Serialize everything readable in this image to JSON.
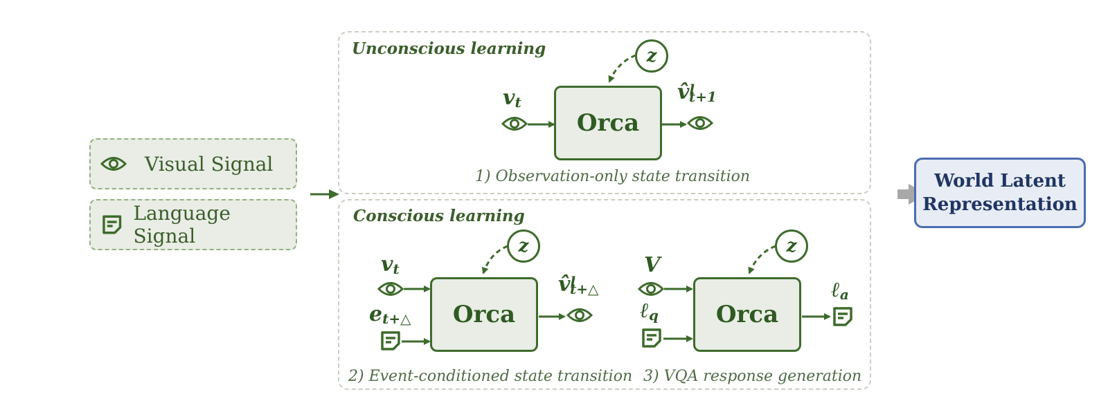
{
  "inputs": {
    "visual_label": "Visual Signal",
    "language_label": "Language Signal"
  },
  "unconscious": {
    "title": "Unconscious learning",
    "caption": "1) Observation-only state transition",
    "block": "Orca",
    "latent": "z",
    "in_var": "v",
    "in_sub": "t",
    "out_var": "v̂",
    "out_sup": "l",
    "out_sub": "t+1"
  },
  "conscious": {
    "title": "Conscious learning",
    "event": {
      "caption": "2) Event-conditioned state transition",
      "block": "Orca",
      "latent": "z",
      "in1_var": "v",
      "in1_sub": "t",
      "in2_var": "e",
      "in2_sub": "t+△",
      "out_var": "v̂",
      "out_sup": "l",
      "out_sub": "t+△"
    },
    "vqa": {
      "caption": "3) VQA response generation",
      "block": "Orca",
      "latent": "z",
      "in1_var": "V",
      "in2_var": "ℓ",
      "in2_sub": "q",
      "out_var": "ℓ",
      "out_sub": "a"
    }
  },
  "output": {
    "line1": "World Latent",
    "line2": "Representation"
  },
  "colors": {
    "green": "#3d6b2c",
    "box_fill": "#e9ede5",
    "panel_border": "#c9cfc1",
    "blue_border": "#4a6bb0",
    "blue_text": "#1f3564",
    "gray_arrow": "#a8a8a8"
  }
}
